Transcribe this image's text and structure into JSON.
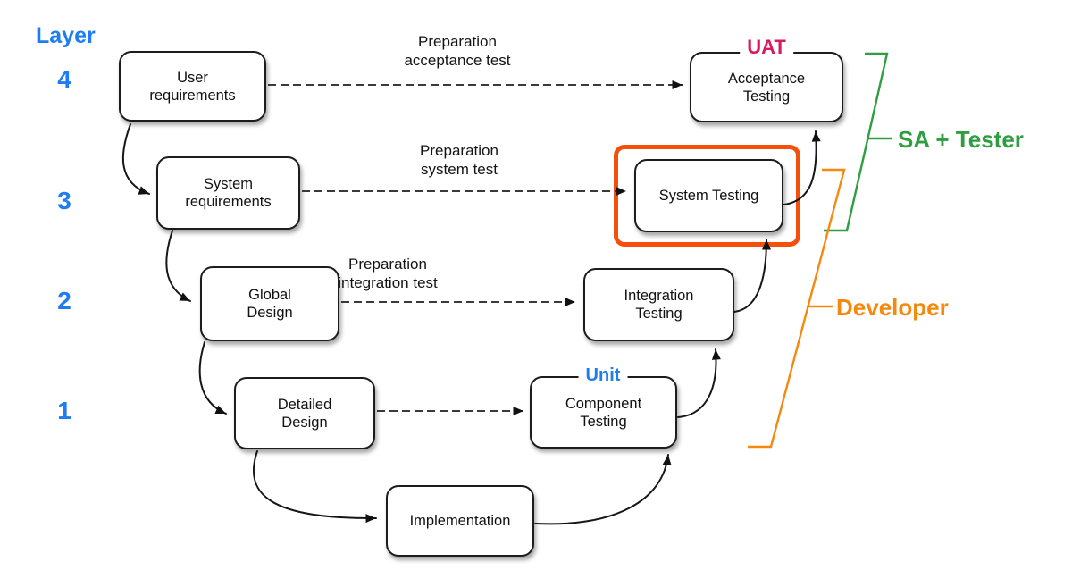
{
  "layer_axis": {
    "title": "Layer",
    "levels": [
      "4",
      "3",
      "2",
      "1"
    ]
  },
  "boxes": {
    "user_requirements": {
      "label": "User\nrequirements"
    },
    "system_requirements": {
      "label": "System\nrequirements"
    },
    "global_design": {
      "label": "Global\nDesign"
    },
    "detailed_design": {
      "label": "Detailed\nDesign"
    },
    "implementation": {
      "label": "Implementation"
    },
    "component_testing": {
      "label": "Component\nTesting",
      "tag": "Unit"
    },
    "integration_testing": {
      "label": "Integration\nTesting"
    },
    "system_testing": {
      "label": "System Testing"
    },
    "acceptance_testing": {
      "label": "Acceptance\nTesting",
      "tag": "UAT"
    }
  },
  "edge_labels": {
    "prep_acceptance": "Preparation\nacceptance test",
    "prep_system": "Preparation\nsystem test",
    "prep_integration": "Preparation\nintegration test"
  },
  "roles": {
    "sa_tester": "SA + Tester",
    "developer": "Developer"
  },
  "connections": [
    {
      "from": "user_requirements",
      "to": "acceptance_testing",
      "style": "dashed"
    },
    {
      "from": "system_requirements",
      "to": "system_testing",
      "style": "dashed"
    },
    {
      "from": "global_design",
      "to": "integration_testing",
      "style": "dashed"
    },
    {
      "from": "detailed_design",
      "to": "component_testing",
      "style": "dashed"
    },
    {
      "from": "user_requirements",
      "to": "system_requirements",
      "style": "solid"
    },
    {
      "from": "system_requirements",
      "to": "global_design",
      "style": "solid"
    },
    {
      "from": "global_design",
      "to": "detailed_design",
      "style": "solid"
    },
    {
      "from": "detailed_design",
      "to": "implementation",
      "style": "solid"
    },
    {
      "from": "implementation",
      "to": "component_testing",
      "style": "solid"
    },
    {
      "from": "component_testing",
      "to": "integration_testing",
      "style": "solid"
    },
    {
      "from": "integration_testing",
      "to": "system_testing",
      "style": "solid"
    },
    {
      "from": "system_testing",
      "to": "acceptance_testing",
      "style": "solid"
    }
  ],
  "colors": {
    "layer_blue": "#1f7df2",
    "uat_magenta": "#d81b5e",
    "unit_blue": "#1f7df2",
    "sa_tester_green": "#2f9e41",
    "developer_orange": "#f5890f",
    "highlight_orange": "#f4500c",
    "box_border": "#1c1c1c"
  }
}
